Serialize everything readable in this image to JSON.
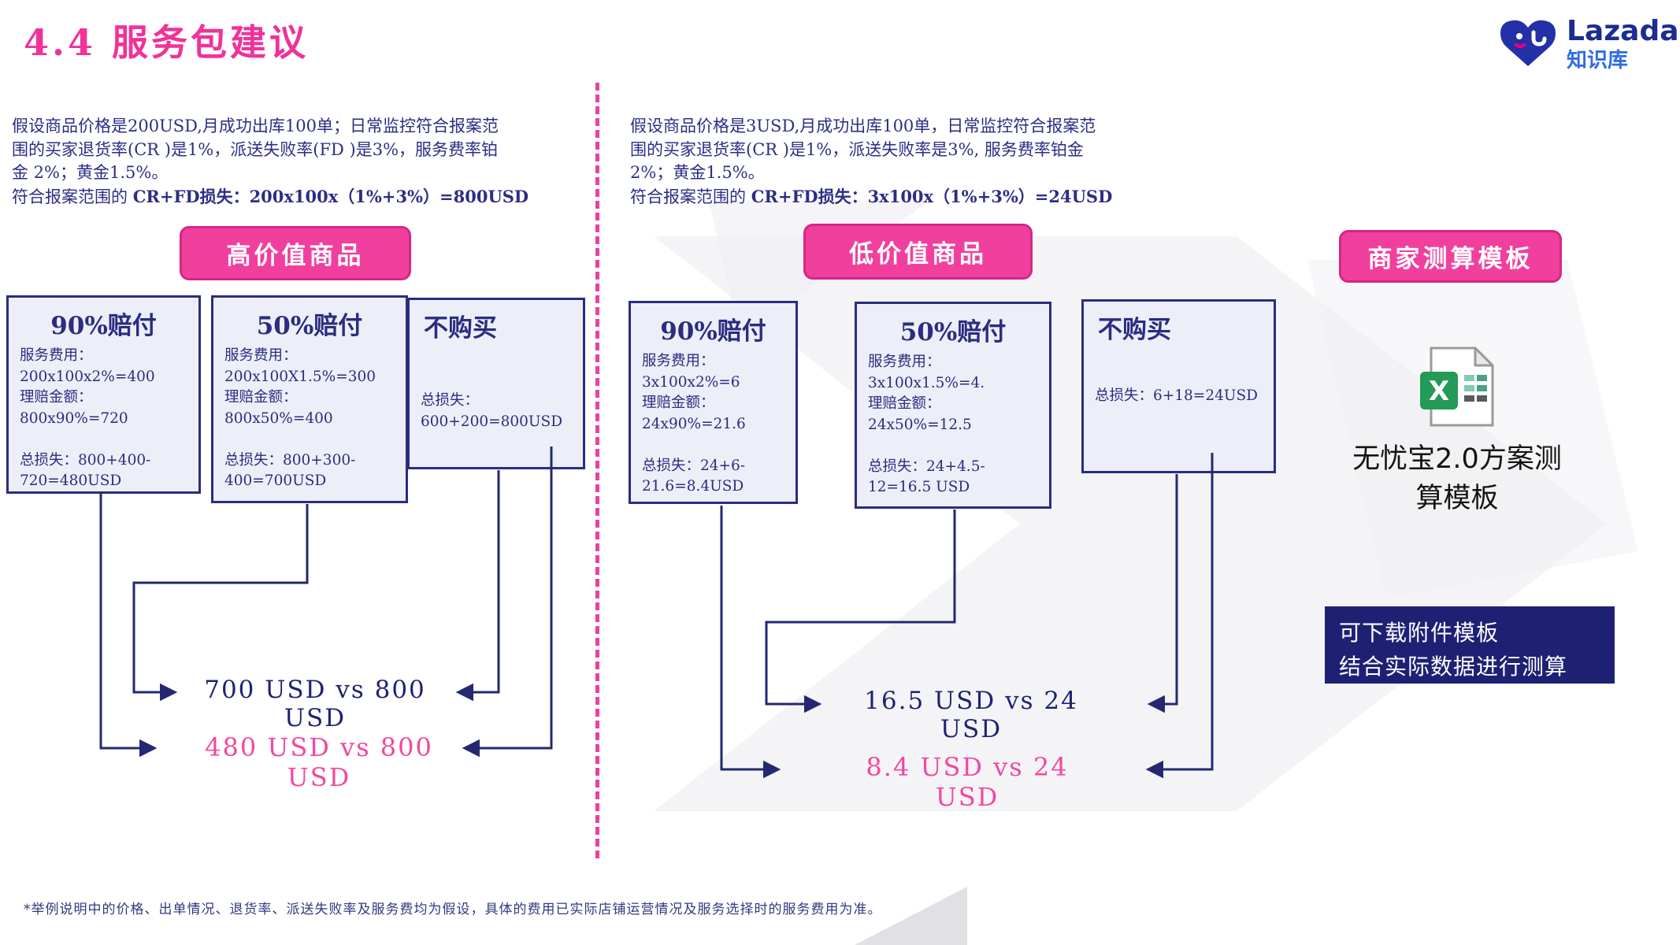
{
  "page": {
    "title": "4.4 服务包建议",
    "footer": "*举例说明中的价格、出单情况、退货率、派送失败率及服务费均为假设，具体的费用已实际店铺运营情况及服务选择时的服务费用为准。"
  },
  "logo": {
    "brand": "Lazada",
    "sub": "知识库"
  },
  "colors": {
    "accent_pink": "#f13f9d",
    "navy": "#2a2d80",
    "highlight_pink_text": "#f4479f",
    "note_navy": "#1e2173",
    "excel_green": "#239a55"
  },
  "left_section": {
    "intro_text": "假设商品价格是200USD,月成功出库100单；日常监控符合报案范\n围的买家退货率(CR )是1%，派送失败率(FD )是3%，服务费率铂\n金 2%；黄金1.5%。",
    "intro_bold_prefix": "符合报案范围的 ",
    "intro_bold": "CR+FD损失：200x100x（1%+3%）=800USD",
    "banner": "高价值商品",
    "boxes": [
      {
        "title": "90%赔付",
        "body": "服务费用：\n200x100x2%=400\n理赔金额：\n800x90%=720\n\n总损失：800+400-\n720=480USD"
      },
      {
        "title": "50%赔付",
        "body": "服务费用：\n200x100X1.5%=300\n理赔金额：\n800x50%=400\n\n总损失：800+300-\n400=700USD"
      },
      {
        "title": "不购买",
        "body": "总损失：\n600+200=800USD"
      }
    ],
    "comparison_primary": "700 USD vs 800 USD",
    "comparison_highlight": "480 USD vs 800 USD"
  },
  "right_section": {
    "intro_text": "假设商品价格是3USD,月成功出库100单，日常监控符合报案范\n围的买家退货率(CR )是1%，派送失败率是3%, 服务费率铂金\n2%；黄金1.5%。",
    "intro_bold_prefix": "符合报案范围的 ",
    "intro_bold": "CR+FD损失：3x100x（1%+3%）=24USD",
    "banner": "低价值商品",
    "boxes": [
      {
        "title": "90%赔付",
        "body": "服务费用：\n3x100x2%=6\n理赔金额：\n24x90%=21.6\n\n总损失：24+6-\n21.6=8.4USD"
      },
      {
        "title": "50%赔付",
        "body": "服务费用：\n3x100x1.5%=4.\n理赔金额：\n24x50%=12.5\n\n总损失：24+4.5-\n12=16.5 USD"
      },
      {
        "title": "不购买",
        "body": "总损失：6+18=24USD"
      }
    ],
    "comparison_primary": "16.5 USD vs 24 USD",
    "comparison_highlight": "8.4 USD vs 24 USD"
  },
  "template_panel": {
    "banner": "商家测算模板",
    "file_label": "无忧宝2.0方案测\n算模板",
    "note": "可下载附件模板\n结合实际数据进行测算"
  }
}
